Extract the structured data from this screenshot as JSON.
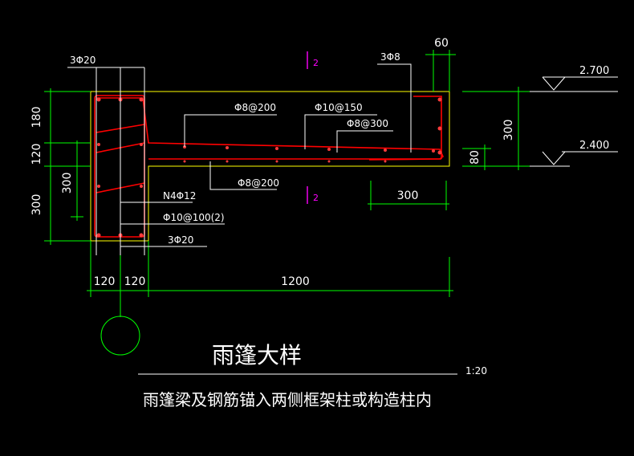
{
  "drawing": {
    "title": "雨篷大样",
    "scale": "1:20",
    "note": "雨篷梁及钢筋锚入两侧框架柱或构造柱内",
    "section_mark": "2"
  },
  "labels": {
    "top_bars_beam": "3Φ20",
    "bottom_bars_beam": "3Φ20",
    "slab_top_bar": "Φ8@200",
    "slab_bottom_bar": "Φ8@200",
    "slab_main_bar": "Φ10@150",
    "slab_dist_bar": "Φ8@300",
    "edge_bar": "3Φ8",
    "side_bars": "N4Φ12",
    "stirrup": "Φ10@100(2)"
  },
  "dimensions": {
    "left_180": "180",
    "left_120": "120",
    "left_300_outer": "300",
    "left_300_inner": "300",
    "bottom_120_a": "120",
    "bottom_120_b": "120",
    "bottom_1200": "1200",
    "top_60": "60",
    "right_300": "300",
    "right_80": "80",
    "lower_300": "300"
  },
  "elevations": {
    "top": "2.700",
    "bottom": "2.400"
  },
  "colors": {
    "background": "#000000",
    "dimension": "#00ff00",
    "outline": "#ffff00",
    "rebar": "#ff0000",
    "text": "#ffffff",
    "section": "#ff00ff"
  }
}
